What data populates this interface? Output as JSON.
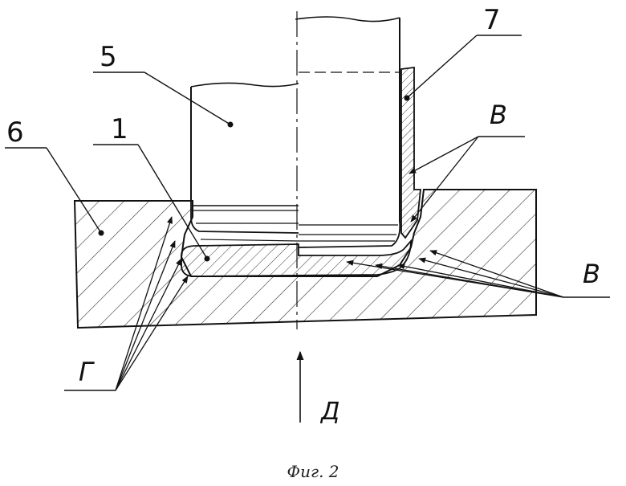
{
  "figure": {
    "caption": "Фиг. 2",
    "labels": {
      "part_5": "5",
      "part_6": "6",
      "part_7": "7",
      "part_1": "1",
      "zone_v_upper": "В",
      "zone_v_lower": "В",
      "zone_g": "Г",
      "direction_d": "Д"
    },
    "colors": {
      "ink": "#111111",
      "paper": "#ffffff"
    }
  }
}
